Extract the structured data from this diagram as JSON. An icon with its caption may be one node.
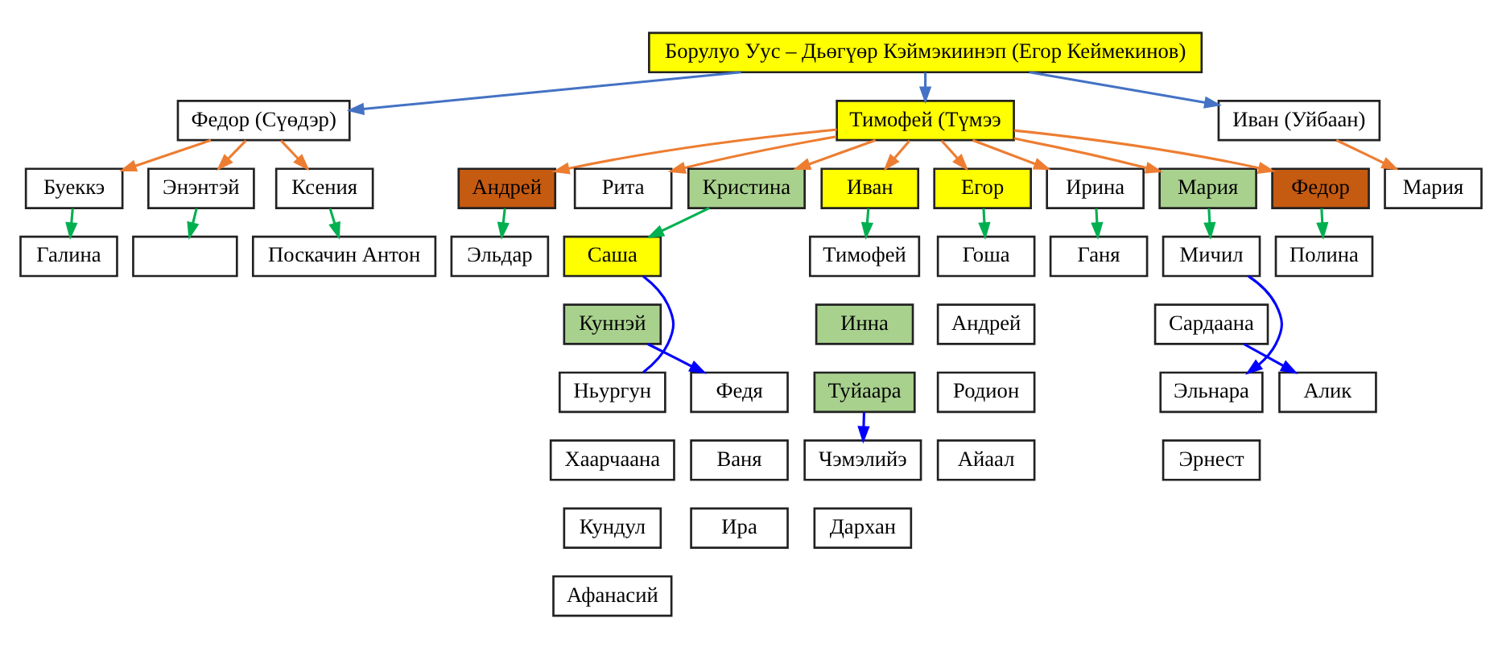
{
  "diagram": {
    "nodes": [
      {
        "text": [
          "Борулуо Уус – Дьөгүөр Кэймэкиинэп (Егор Кеймекинов)"
        ]
      },
      {
        "text": [
          "Федор (Сүөдэр)"
        ]
      },
      {
        "text": [
          "Тимофей (Түмээ"
        ]
      },
      {
        "text": [
          "Иван (Уйбаан)"
        ]
      },
      {
        "text": [
          "Буеккэ"
        ]
      },
      {
        "text": [
          "Энэнтэй"
        ]
      },
      {
        "text": [
          "Ксения"
        ]
      },
      {
        "text": [
          "Галина"
        ]
      },
      {
        "text": [],
        "shape": "box"
      },
      {
        "text": [
          "Поскачин Антон"
        ]
      },
      {
        "text": [
          "Андрей"
        ]
      },
      {
        "text": [
          "Рита"
        ]
      },
      {
        "text": [
          "Кристина"
        ]
      },
      {
        "text": [
          "Иван"
        ]
      },
      {
        "text": [
          "Егор"
        ]
      },
      {
        "text": [
          "Ирина"
        ]
      },
      {
        "text": [
          "Мария"
        ]
      },
      {
        "text": [
          "Федор"
        ]
      },
      {
        "text": [
          "Эльдар"
        ]
      },
      {
        "text": [
          "Саша"
        ]
      },
      {
        "text": [
          "Куннэй"
        ]
      },
      {
        "text": [
          "Ньургун"
        ]
      },
      {
        "text": [
          "Хаарчаана"
        ]
      },
      {
        "text": [
          "Кундул"
        ]
      },
      {
        "text": [
          "Афанасий"
        ]
      },
      {
        "text": [
          "Федя"
        ]
      },
      {
        "text": [
          "Ваня"
        ]
      },
      {
        "text": [
          "Ира"
        ]
      },
      {
        "text": [
          "Тимофей"
        ]
      },
      {
        "text": [
          "Инна"
        ]
      },
      {
        "text": [
          "Туйаара"
        ]
      },
      {
        "text": [
          "Чэмэлийэ"
        ]
      },
      {
        "text": [
          "Дархан"
        ]
      },
      {
        "text": [
          "Гоша"
        ]
      },
      {
        "text": [
          "Андрей"
        ]
      },
      {
        "text": [
          "Родион"
        ]
      },
      {
        "text": [
          "Айаал"
        ]
      },
      {
        "text": [
          "Ганя"
        ]
      },
      {
        "text": [
          "Мичил"
        ]
      },
      {
        "text": [
          "Сардаана"
        ]
      },
      {
        "text": [
          "Эльнара"
        ]
      },
      {
        "text": [
          "Эрнест"
        ]
      },
      {
        "text": [
          "Полина"
        ]
      },
      {
        "text": [
          "Мария"
        ]
      },
      {
        "text": [
          "Алик"
        ]
      }
    ],
    "edges": [
      {
        "from": 0,
        "to": 1,
        "arrow": "to",
        "color": "#4472c4"
      },
      {
        "from": 0,
        "to": 2,
        "arrow": "to",
        "color": "#4472c4"
      },
      {
        "from": 0,
        "to": 3,
        "arrow": "to",
        "color": "#4472c4"
      },
      {
        "from": 1,
        "to": 4,
        "arrow": "to"
      },
      {
        "from": 1,
        "to": 5,
        "arrow": "to"
      },
      {
        "from": 1,
        "to": 6,
        "arrow": "to"
      },
      {
        "from": 2,
        "to": 10,
        "arrow": "to"
      },
      {
        "from": 2,
        "to": 11,
        "arrow": "to"
      },
      {
        "from": 2,
        "to": 12,
        "arrow": "to"
      },
      {
        "from": 2,
        "to": 13,
        "arrow": "to"
      },
      {
        "from": 2,
        "to": 14,
        "arrow": "to"
      },
      {
        "from": 2,
        "to": 15,
        "arrow": "to"
      },
      {
        "from": 2,
        "to": 16,
        "arrow": "to"
      },
      {
        "from": 2,
        "to": 17,
        "arrow": "to"
      },
      {
        "from": 3,
        "to": 43,
        "arrow": "to"
      },
      {
        "from": 4,
        "to": 7,
        "arrow": "to",
        "color": "#00b050"
      },
      {
        "from": 5,
        "to": 8,
        "arrow": "to",
        "color": "#00b050"
      },
      {
        "from": 6,
        "to": 9,
        "arrow": "to",
        "color": "#00b050"
      },
      {
        "from": 10,
        "to": 18,
        "arrow": "to",
        "color": "#00b050"
      },
      {
        "from": 12,
        "to": 19,
        "arrow": "to",
        "color": "#00b050"
      },
      {
        "from": 13,
        "to": 28,
        "arrow": "to",
        "color": "#00b050"
      },
      {
        "from": 14,
        "to": 33,
        "arrow": "to",
        "color": "#00b050"
      },
      {
        "from": 15,
        "to": 37,
        "arrow": "to",
        "color": "#00b050"
      },
      {
        "from": 16,
        "to": 38,
        "arrow": "to",
        "color": "#00b050"
      },
      {
        "from": 17,
        "to": 42,
        "arrow": "to",
        "color": "#00b050"
      },
      {
        "from": 19,
        "to": 21,
        "arrow": "none",
        "color": "#0000ff"
      },
      {
        "from": 20,
        "to": 25,
        "arrow": "to",
        "color": "#0000ff"
      },
      {
        "from": 30,
        "to": 31,
        "arrow": "to",
        "color": "#0000ff"
      },
      {
        "from": 38,
        "to": 40,
        "arrow": "to",
        "color": "#0000ff"
      },
      {
        "from": 39,
        "to": 44,
        "arrow": "to",
        "color": "#0000ff"
      }
    ]
  }
}
